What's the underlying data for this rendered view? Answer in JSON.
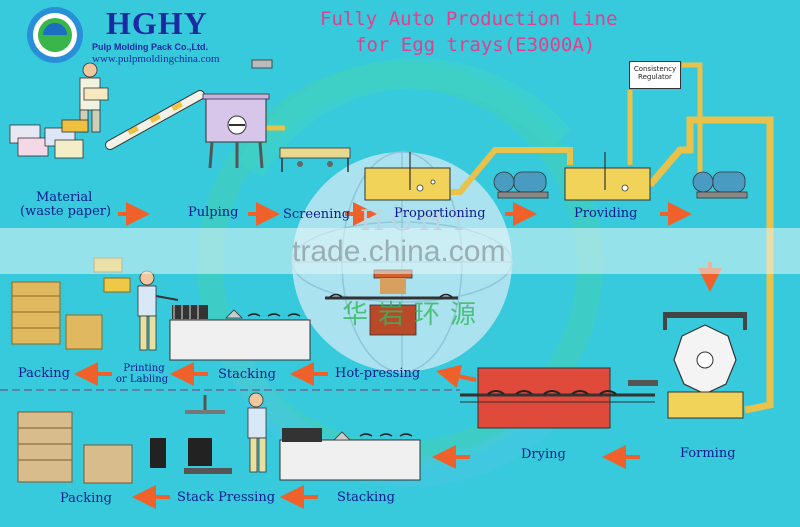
{
  "company": {
    "name": "HGHY",
    "full_name": "Pulp Molding Pack Co.,Ltd.",
    "website": "www.pulpmoldingchina.com"
  },
  "title": {
    "line1": "Fully Auto Production Line",
    "line2": "for Egg trays(E3000A)"
  },
  "watermark": {
    "site": "trade.china.com",
    "center_letters": "HGHY",
    "chinese": "华岩环源"
  },
  "equipment": {
    "consistency_regulator": "Consistency Regulator"
  },
  "row1": {
    "material": "Material",
    "material_note": "(waste paper)",
    "pulping": "Pulping",
    "screening": "Screening",
    "proportioning": "Proportioning",
    "providing": "Providing"
  },
  "row2": {
    "packing": "Packing",
    "printing": "Printing",
    "labling": "or Labling",
    "stacking": "Stacking",
    "hot_pressing": "Hot-pressing"
  },
  "row3": {
    "packing": "Packing",
    "stack_pressing": "Stack Pressing",
    "stacking": "Stacking",
    "drying": "Drying",
    "forming": "Forming"
  },
  "colors": {
    "background": "#37c9dc",
    "arrow": "#f0602a",
    "label": "#0d1c8c",
    "title": "#e0408c",
    "pipe": "#e8c24a"
  }
}
